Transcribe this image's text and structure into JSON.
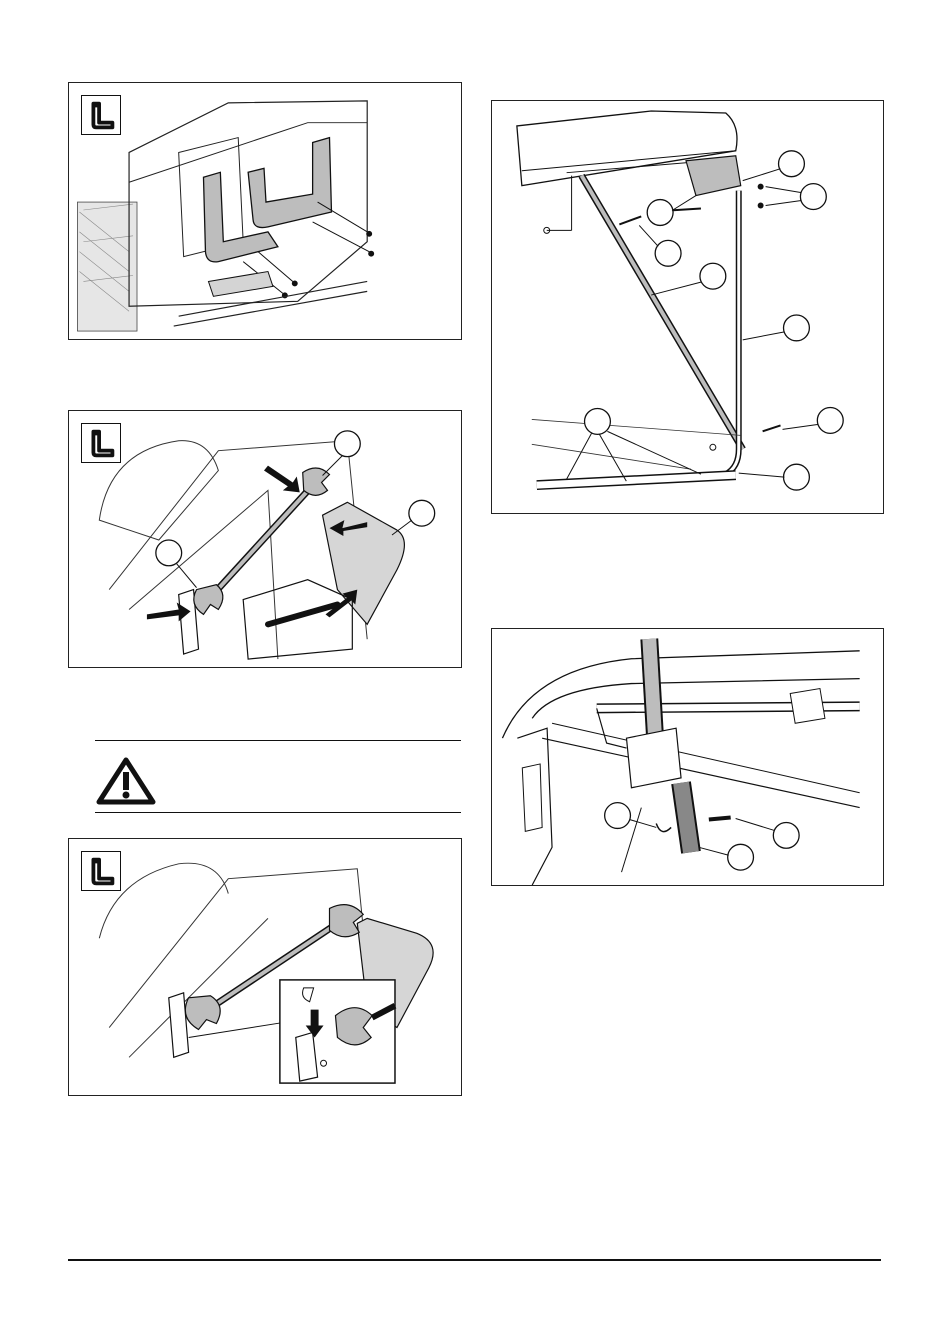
{
  "figures": [
    {
      "id": "fig-bracket-mount",
      "icon": "tool-icon",
      "callouts": []
    },
    {
      "id": "fig-wrench-fit",
      "icon": "tool-icon",
      "callouts": []
    },
    {
      "id": "fig-wrench-secure",
      "icon": "tool-icon",
      "callouts": []
    },
    {
      "id": "fig-collector-frame",
      "icon": "",
      "callouts": []
    },
    {
      "id": "fig-handle-pin",
      "icon": "",
      "callouts": []
    }
  ],
  "warning": {
    "icon": "warning-triangle-icon"
  },
  "colors": {
    "line": "#111111",
    "fill_grey": "#bdbdbd",
    "paper": "#ffffff"
  }
}
